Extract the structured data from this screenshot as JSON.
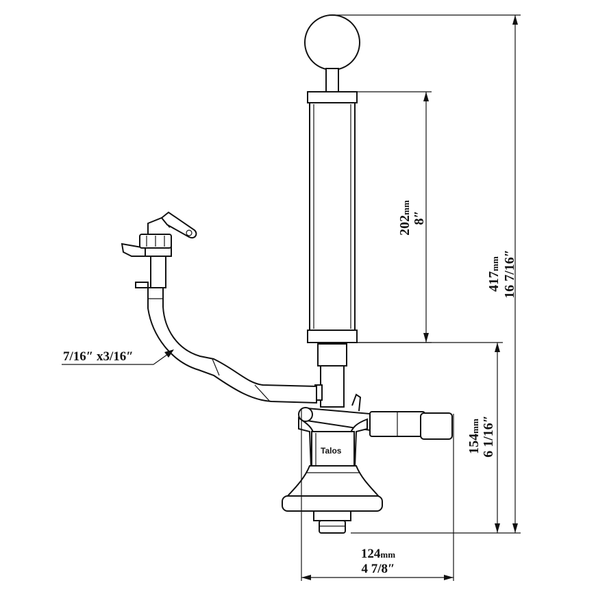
{
  "dimensions": {
    "total_height": {
      "metric": "417",
      "metric_unit": "mm",
      "imperial": "16 7/16″"
    },
    "barrel_length": {
      "metric": "202",
      "metric_unit": "mm",
      "imperial": "8″"
    },
    "coupler_height": {
      "metric": "154",
      "metric_unit": "mm",
      "imperial": "6 1/16″"
    },
    "width": {
      "metric": "124",
      "metric_unit": "mm",
      "imperial": "4 7/8″"
    },
    "hose": {
      "label": "7/16″ x3/16″"
    }
  },
  "logo": {
    "text": "Talos"
  }
}
